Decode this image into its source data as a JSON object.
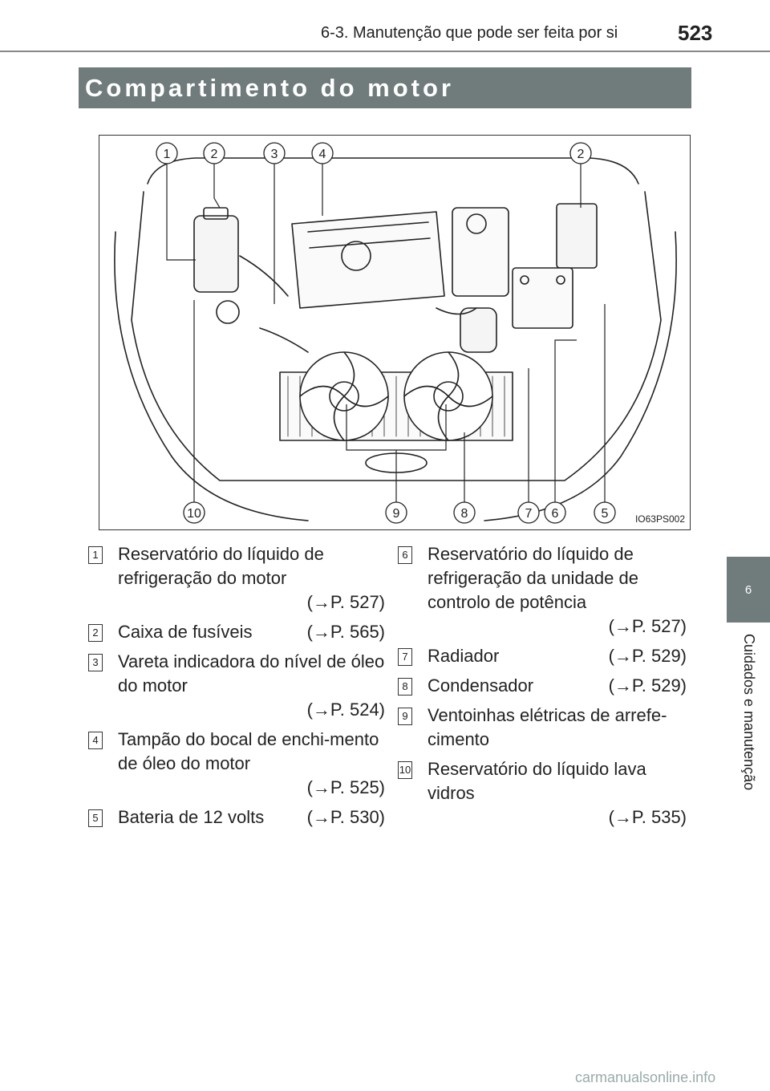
{
  "header": {
    "section": "6-3. Manutenção que pode ser feita por si",
    "page_number": "523"
  },
  "title": "Compartimento do motor",
  "side_tab": {
    "chapter_number": "6",
    "chapter_label": "Cuidados e manutenção"
  },
  "figure": {
    "code": "IO63PS002",
    "top_callouts": [
      "1",
      "2",
      "3",
      "4",
      "2"
    ],
    "bottom_callouts": [
      "10",
      "9",
      "8",
      "7",
      "6",
      "5"
    ]
  },
  "items_left": [
    {
      "num": "1",
      "text": "Reservatório do líquido de refrigeração do motor",
      "ref": "(→P. 527)"
    },
    {
      "num": "2",
      "text": "Caixa de fusíveis",
      "ref": "(→P. 565)"
    },
    {
      "num": "3",
      "text": "Vareta indicadora do nível de óleo do motor",
      "ref": "(→P. 524)"
    },
    {
      "num": "4",
      "text": "Tampão do bocal de enchi-mento de óleo do motor",
      "ref": "(→P. 525)"
    },
    {
      "num": "5",
      "text": "Bateria de 12 volts",
      "ref": "(→P. 530)"
    }
  ],
  "items_right": [
    {
      "num": "6",
      "text": "Reservatório do líquido de refrigeração da unidade de controlo de potência",
      "ref": "(→P. 527)"
    },
    {
      "num": "7",
      "text": "Radiador",
      "ref": "(→P. 529)"
    },
    {
      "num": "8",
      "text": "Condensador",
      "ref": "(→P. 529)"
    },
    {
      "num": "9",
      "text": "Ventoinhas elétricas de arrefe-cimento",
      "ref": ""
    },
    {
      "num": "10",
      "text": "Reservatório do líquido lava vidros",
      "ref": "(→P. 535)"
    }
  ],
  "watermark": "carmanualsonline.info"
}
